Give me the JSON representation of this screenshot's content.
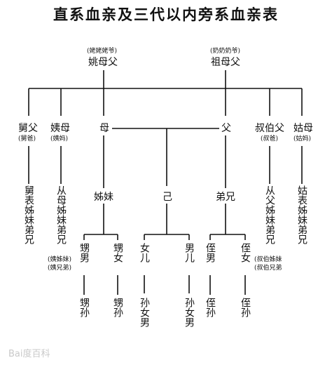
{
  "title": "直系血亲及三代以内旁系血亲表",
  "gen1": {
    "left_sub": "(姥姥姥爷)",
    "left_main": "姚母父",
    "right_sub": "(奶奶奶爷)",
    "right_main": "祖母父"
  },
  "gen2": {
    "uncle_m": "舅父",
    "uncle_m_sub": "(舅爸)",
    "aunt_m": "姨母",
    "aunt_m_sub": "(姨妈)",
    "mother": "母",
    "father": "父",
    "uncle_f": "叔伯父",
    "uncle_f_sub": "(叔爸)",
    "aunt_f": "姑母",
    "aunt_f_sub": "(姑妈)"
  },
  "gen3": {
    "cousin_uncle_m": "舅表姊妹弟兄",
    "cousin_aunt_m": "从母姊妹弟兄",
    "cousin_aunt_m_note1": "(姨姊妹)",
    "cousin_aunt_m_note2": "(姨兄弟)",
    "sisters": "姊妹",
    "self": "己",
    "brothers": "弟兄",
    "cousin_uncle_f": "从父姊妹弟兄",
    "cousin_uncle_f_note1": "(叔伯姊妹",
    "cousin_uncle_f_note2": "(叔伯兄弟",
    "cousin_aunt_f": "姑表姊妹弟兄"
  },
  "gen4": {
    "nephew_s": "甥男",
    "niece_s": "甥女",
    "daughter": "女儿",
    "son": "男儿",
    "nephew_b": "侄男",
    "niece_b": "侄女"
  },
  "gen5": {
    "gs1": "甥孙",
    "gs2": "甥孙",
    "gd": "孙女男",
    "gs": "孙女男",
    "gb1": "侄孙",
    "gb2": "侄孙"
  },
  "watermark": "Bai度百科"
}
